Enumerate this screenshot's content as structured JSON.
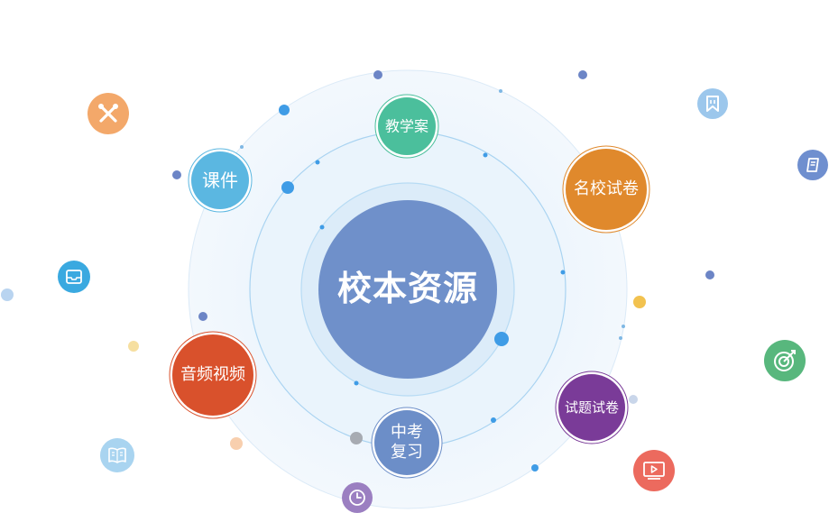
{
  "center": {
    "label": "校本资源"
  },
  "nodes": [
    {
      "id": "jiaoxuean",
      "label": "教学案",
      "color": "#4bbf9c"
    },
    {
      "id": "kejian",
      "label": "课件",
      "color": "#5bb7e1"
    },
    {
      "id": "mingxiao",
      "label": "名校试卷",
      "color": "#e0892c"
    },
    {
      "id": "yinpin",
      "label": "音频视频",
      "color": "#d9512c"
    },
    {
      "id": "shiti",
      "label": "试题试卷",
      "color": "#7a3b98"
    },
    {
      "id": "zhongkao",
      "label_line1": "中考",
      "label_line2": "复习",
      "color": "#6c8ec8"
    }
  ],
  "icons": [
    {
      "name": "tools-icon",
      "color": "#f3a86a"
    },
    {
      "name": "bookmark-icon",
      "color": "#9cc7ec"
    },
    {
      "name": "book-icon",
      "color": "#6f8fcf"
    },
    {
      "name": "inbox-icon",
      "color": "#3aa9e0"
    },
    {
      "name": "target-icon",
      "color": "#58b77d"
    },
    {
      "name": "open-book-icon",
      "color": "#a9d4f0"
    },
    {
      "name": "video-icon",
      "color": "#ec6a5e"
    },
    {
      "name": "clock-icon",
      "color": "#9b7fc1"
    }
  ],
  "colors": {
    "center": "#6f90ca",
    "ring_fill": "#e6f2fb",
    "ring_stroke": "#c6e0f5",
    "dot_blue": "#3f9ce6",
    "dot_navy": "#6c85c6"
  }
}
